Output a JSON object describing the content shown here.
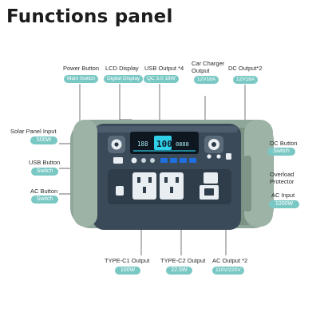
{
  "title": "Functions panel",
  "screen": {
    "left_digits": "188",
    "center_digits": "100",
    "right_digits": "0888"
  },
  "callouts": {
    "power_button": {
      "label": "Power Button",
      "value": "Main Switch"
    },
    "lcd_display": {
      "label": "LCD Display",
      "value": "Digital Display"
    },
    "usb_output": {
      "label": "USB Output *4",
      "value": "QC 3.0 18W"
    },
    "car_charger": {
      "label": "Car Charger Output",
      "value": "12V18A"
    },
    "dc_output": {
      "label": "DC Output*2",
      "value": "12V18A"
    },
    "solar_input": {
      "label": "Solar Panel Input",
      "value": "500W"
    },
    "usb_button": {
      "label": "USB Button",
      "value": "Switch"
    },
    "ac_button": {
      "label": "AC Button",
      "value": "Switch"
    },
    "dc_button": {
      "label": "DC Button",
      "value": "Switch"
    },
    "overload": {
      "label_line1": "Overload",
      "label_line2": "Protector"
    },
    "ac_input": {
      "label": "AC Input",
      "value": "1000W"
    },
    "typec1": {
      "label": "TYPE-C1 Output",
      "value": "100W"
    },
    "typec2": {
      "label": "TYPE-C2 Output",
      "value": "22.5W"
    },
    "ac_output": {
      "label": "AC Output *2",
      "value": "110V/220V"
    }
  },
  "colors": {
    "badge": "#79c8c4",
    "body_dark": "#3b4a59",
    "shell_green": "#8fa79a",
    "lcd_cyan": "#2fd0e8",
    "usb_blue": "#1e6fe0"
  }
}
